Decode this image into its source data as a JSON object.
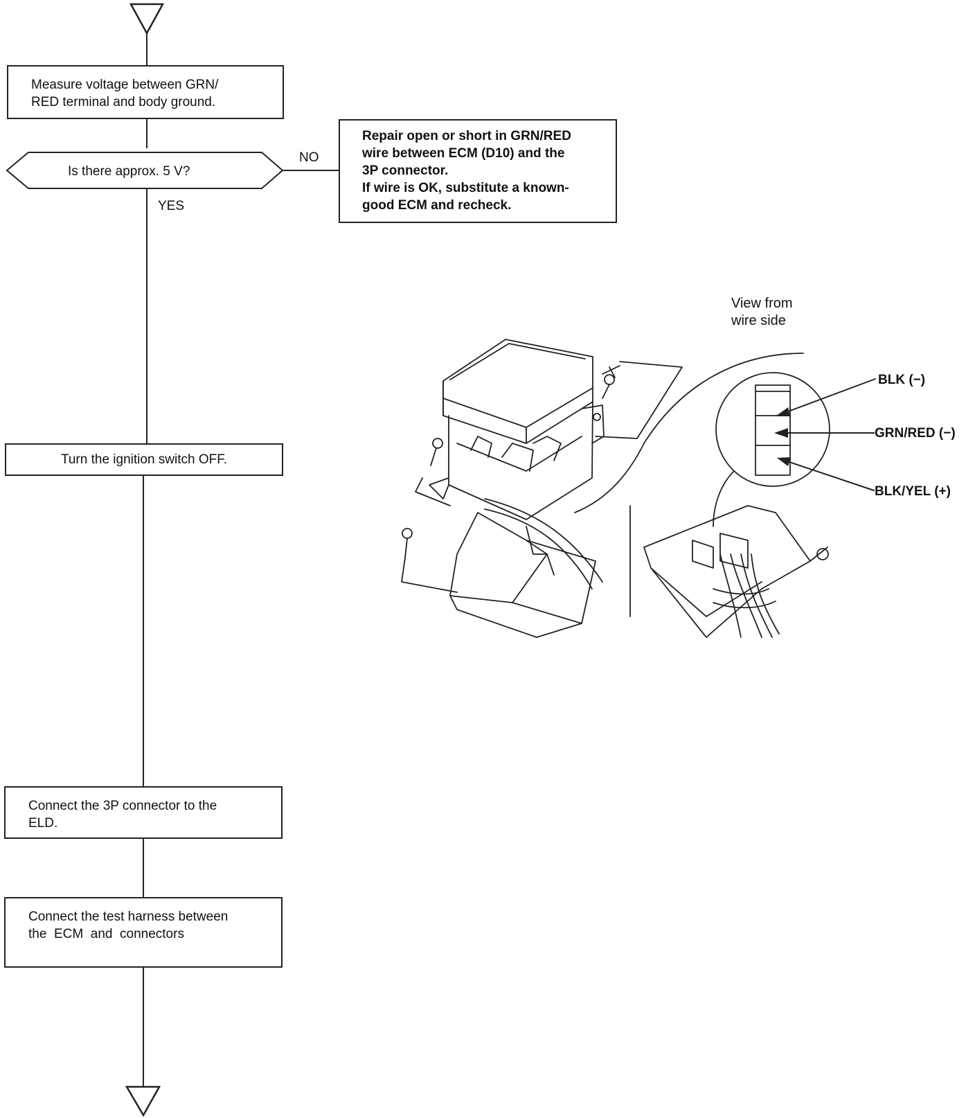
{
  "flow": {
    "step_measure": [
      "Measure voltage between GRN/",
      "RED terminal and body ground."
    ],
    "decision": "Is there approx. 5 V?",
    "no_label": "NO",
    "yes_label": "YES",
    "repair": [
      "Repair open or short in GRN/RED",
      "wire between ECM (D10) and the",
      "3P connector.",
      "If wire is OK, substitute a known-",
      "good ECM and recheck."
    ],
    "step_ignition": "Turn the ignition switch OFF.",
    "step_connect_3p": [
      "Connect the 3P connector to the",
      "ELD."
    ],
    "step_test_harness": [
      "Connect the test harness between",
      "the  ECM  and  connectors"
    ]
  },
  "figure": {
    "view_label": [
      "View from",
      "wire side"
    ],
    "terminals": {
      "blk": "BLK (−)",
      "grn_red": "GRN/RED (−)",
      "blk_yel": "BLK/YEL (+)"
    }
  }
}
